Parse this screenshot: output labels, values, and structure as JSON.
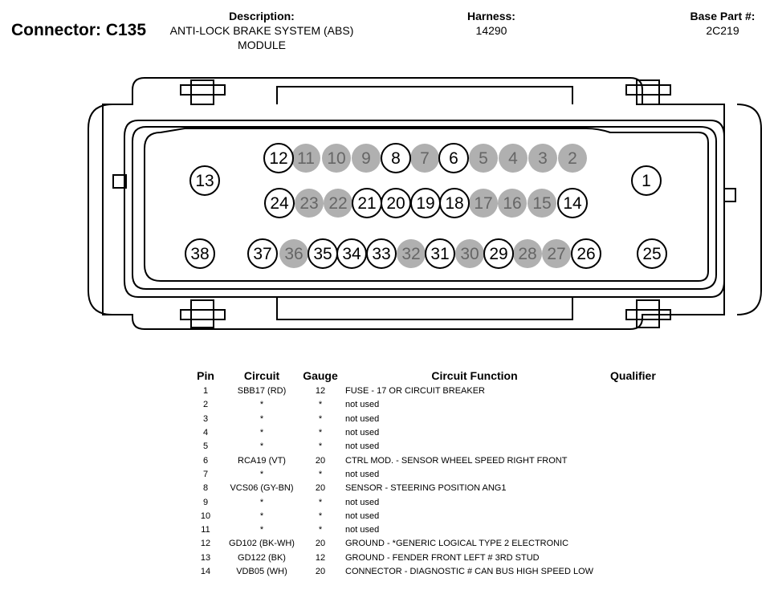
{
  "header": {
    "connector_title": "Connector: C135",
    "description_label": "Description:",
    "description_value": "ANTI-LOCK BRAKE SYSTEM (ABS) MODULE",
    "harness_label": "Harness:",
    "harness_value": "14290",
    "base_part_label": "Base Part #:",
    "base_part_value": "2C219"
  },
  "colors": {
    "used_pin_fill": "#ffffff",
    "unused_pin_fill": "#b0b0b0",
    "unused_pin_text": "#666666",
    "outline": "#000000"
  },
  "connector_pins": [
    {
      "pin": "12",
      "used": true
    },
    {
      "pin": "11",
      "used": false
    },
    {
      "pin": "10",
      "used": false
    },
    {
      "pin": "9",
      "used": false
    },
    {
      "pin": "8",
      "used": true
    },
    {
      "pin": "7",
      "used": false
    },
    {
      "pin": "6",
      "used": true
    },
    {
      "pin": "5",
      "used": false
    },
    {
      "pin": "4",
      "used": false
    },
    {
      "pin": "3",
      "used": false
    },
    {
      "pin": "2",
      "used": false
    },
    {
      "pin": "13",
      "used": true
    },
    {
      "pin": "1",
      "used": true
    },
    {
      "pin": "24",
      "used": true
    },
    {
      "pin": "23",
      "used": false
    },
    {
      "pin": "22",
      "used": false
    },
    {
      "pin": "21",
      "used": true
    },
    {
      "pin": "20",
      "used": true
    },
    {
      "pin": "19",
      "used": true
    },
    {
      "pin": "18",
      "used": true
    },
    {
      "pin": "17",
      "used": false
    },
    {
      "pin": "16",
      "used": false
    },
    {
      "pin": "15",
      "used": false
    },
    {
      "pin": "14",
      "used": true
    },
    {
      "pin": "38",
      "used": true
    },
    {
      "pin": "37",
      "used": true
    },
    {
      "pin": "36",
      "used": false
    },
    {
      "pin": "35",
      "used": true
    },
    {
      "pin": "34",
      "used": true
    },
    {
      "pin": "33",
      "used": true
    },
    {
      "pin": "32",
      "used": false
    },
    {
      "pin": "31",
      "used": true
    },
    {
      "pin": "30",
      "used": false
    },
    {
      "pin": "29",
      "used": true
    },
    {
      "pin": "28",
      "used": false
    },
    {
      "pin": "27",
      "used": false
    },
    {
      "pin": "26",
      "used": true
    },
    {
      "pin": "25",
      "used": true
    }
  ],
  "table": {
    "headers": {
      "pin": "Pin",
      "circuit": "Circuit",
      "gauge": "Gauge",
      "function": "Circuit Function",
      "qualifier": "Qualifier"
    },
    "rows": [
      {
        "pin": "1",
        "circuit": "SBB17 (RD)",
        "gauge": "12",
        "function": "FUSE - 17 OR CIRCUIT BREAKER",
        "qualifier": ""
      },
      {
        "pin": "2",
        "circuit": "*",
        "gauge": "*",
        "function": "not used",
        "qualifier": ""
      },
      {
        "pin": "3",
        "circuit": "*",
        "gauge": "*",
        "function": "not used",
        "qualifier": ""
      },
      {
        "pin": "4",
        "circuit": "*",
        "gauge": "*",
        "function": "not used",
        "qualifier": ""
      },
      {
        "pin": "5",
        "circuit": "*",
        "gauge": "*",
        "function": "not used",
        "qualifier": ""
      },
      {
        "pin": "6",
        "circuit": "RCA19 (VT)",
        "gauge": "20",
        "function": "CTRL MOD. - SENSOR WHEEL SPEED RIGHT FRONT",
        "qualifier": ""
      },
      {
        "pin": "7",
        "circuit": "*",
        "gauge": "*",
        "function": "not used",
        "qualifier": ""
      },
      {
        "pin": "8",
        "circuit": "VCS06 (GY-BN)",
        "gauge": "20",
        "function": "SENSOR - STEERING POSITION ANG1",
        "qualifier": ""
      },
      {
        "pin": "9",
        "circuit": "*",
        "gauge": "*",
        "function": "not used",
        "qualifier": ""
      },
      {
        "pin": "10",
        "circuit": "*",
        "gauge": "*",
        "function": "not used",
        "qualifier": ""
      },
      {
        "pin": "11",
        "circuit": "*",
        "gauge": "*",
        "function": "not used",
        "qualifier": ""
      },
      {
        "pin": "12",
        "circuit": "GD102 (BK-WH)",
        "gauge": "20",
        "function": "GROUND - *GENERIC LOGICAL TYPE 2 ELECTRONIC",
        "qualifier": ""
      },
      {
        "pin": "13",
        "circuit": "GD122 (BK)",
        "gauge": "12",
        "function": "GROUND - FENDER FRONT LEFT # 3RD STUD",
        "qualifier": ""
      },
      {
        "pin": "14",
        "circuit": "VDB05 (WH)",
        "gauge": "20",
        "function": "CONNECTOR - DIAGNOSTIC # CAN BUS HIGH SPEED LOW",
        "qualifier": ""
      }
    ]
  }
}
